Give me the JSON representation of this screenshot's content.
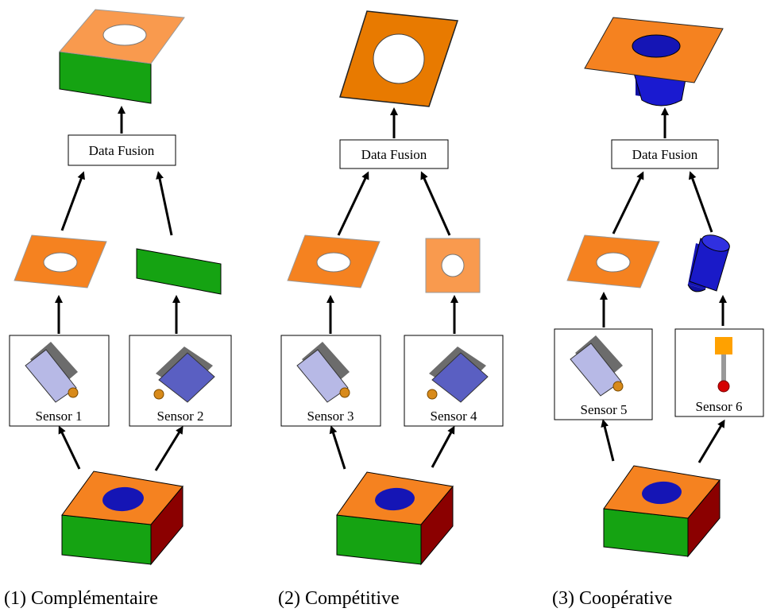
{
  "colors": {
    "orange": "#F58220",
    "orange_light": "#F99A4E",
    "green": "#15A312",
    "green_dark": "#0E7E10",
    "dark_red": "#8B0000",
    "blue": "#1515B5",
    "sensor_body": "#B7B9E6",
    "sensor_body_dark": "#5A5FC2",
    "sensor_grey": "#7A7A7A",
    "probe_square": "#FFA100",
    "probe_ball": "#D50000"
  },
  "panels": [
    {
      "caption": "(1) Complémentaire",
      "fusion_label": "Data Fusion",
      "sensors": [
        {
          "label": "Sensor 1",
          "icon": "camera-sensor-icon",
          "perception": "plate-with-hole"
        },
        {
          "label": "Sensor 2",
          "icon": "camera-sensor-icon",
          "perception": "green-side-face"
        }
      ],
      "result": "plate-with-green-side"
    },
    {
      "caption": "(2) Compétitive",
      "fusion_label": "Data Fusion",
      "sensors": [
        {
          "label": "Sensor 3",
          "icon": "camera-sensor-icon",
          "perception": "plate-with-hole"
        },
        {
          "label": "Sensor 4",
          "icon": "camera-sensor-icon",
          "perception": "plate-with-hole-front"
        }
      ],
      "result": "plate-with-hole"
    },
    {
      "caption": "(3) Coopérative",
      "fusion_label": "Data Fusion",
      "sensors": [
        {
          "label": "Sensor 5",
          "icon": "camera-sensor-icon",
          "perception": "plate-with-hole"
        },
        {
          "label": "Sensor 6",
          "icon": "touch-probe-icon",
          "perception": "cylinder"
        }
      ],
      "result": "plate-with-cylinder"
    }
  ]
}
